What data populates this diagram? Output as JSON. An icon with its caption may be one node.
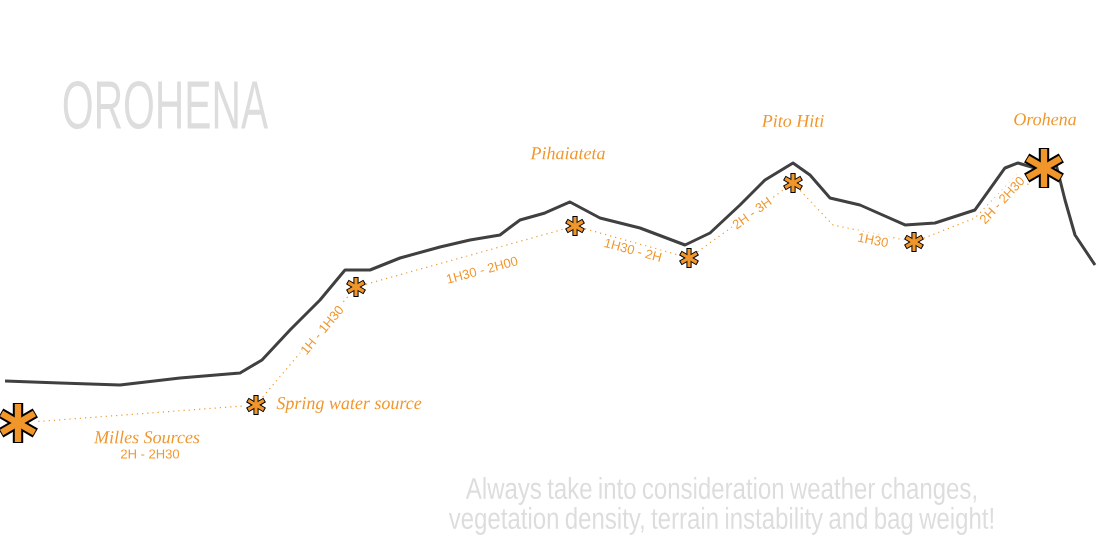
{
  "diagram": {
    "title": "OROHENA",
    "nodes": [
      {
        "text": [],
        "shape": "asterisk",
        "beside": [
          "Milles Sources"
        ]
      },
      {
        "text": [],
        "shape": "asterisk",
        "beside": [
          "Spring water source"
        ]
      },
      {
        "text": [],
        "shape": "asterisk"
      },
      {
        "text": [],
        "shape": "asterisk",
        "beside": [
          "Pihaiateta"
        ]
      },
      {
        "text": [],
        "shape": "asterisk"
      },
      {
        "text": [],
        "shape": "asterisk",
        "beside": [
          "Pito Hiti"
        ]
      },
      {
        "text": [],
        "shape": "asterisk"
      },
      {
        "text": [],
        "shape": "asterisk",
        "beside": [
          "Orohena"
        ]
      }
    ],
    "edges": [
      {
        "from": 0,
        "to": 1,
        "arrow": "none",
        "label": "2H - 2H30"
      },
      {
        "from": 1,
        "to": 2,
        "arrow": "none",
        "label": "1H - 1H30"
      },
      {
        "from": 2,
        "to": 3,
        "arrow": "none",
        "label": "1H30 - 2H00"
      },
      {
        "from": 3,
        "to": 4,
        "arrow": "none",
        "label": "1H30 - 2H"
      },
      {
        "from": 4,
        "to": 5,
        "arrow": "none",
        "label": "2H - 3H"
      },
      {
        "from": 5,
        "to": 6,
        "arrow": "none",
        "label": "1H30"
      },
      {
        "from": 6,
        "to": 7,
        "arrow": "none",
        "label": "2H - 2H30"
      }
    ],
    "labels": [
      "Always take into consideration weather changes, vegetation density, terrain instability and bag weight!"
    ]
  }
}
